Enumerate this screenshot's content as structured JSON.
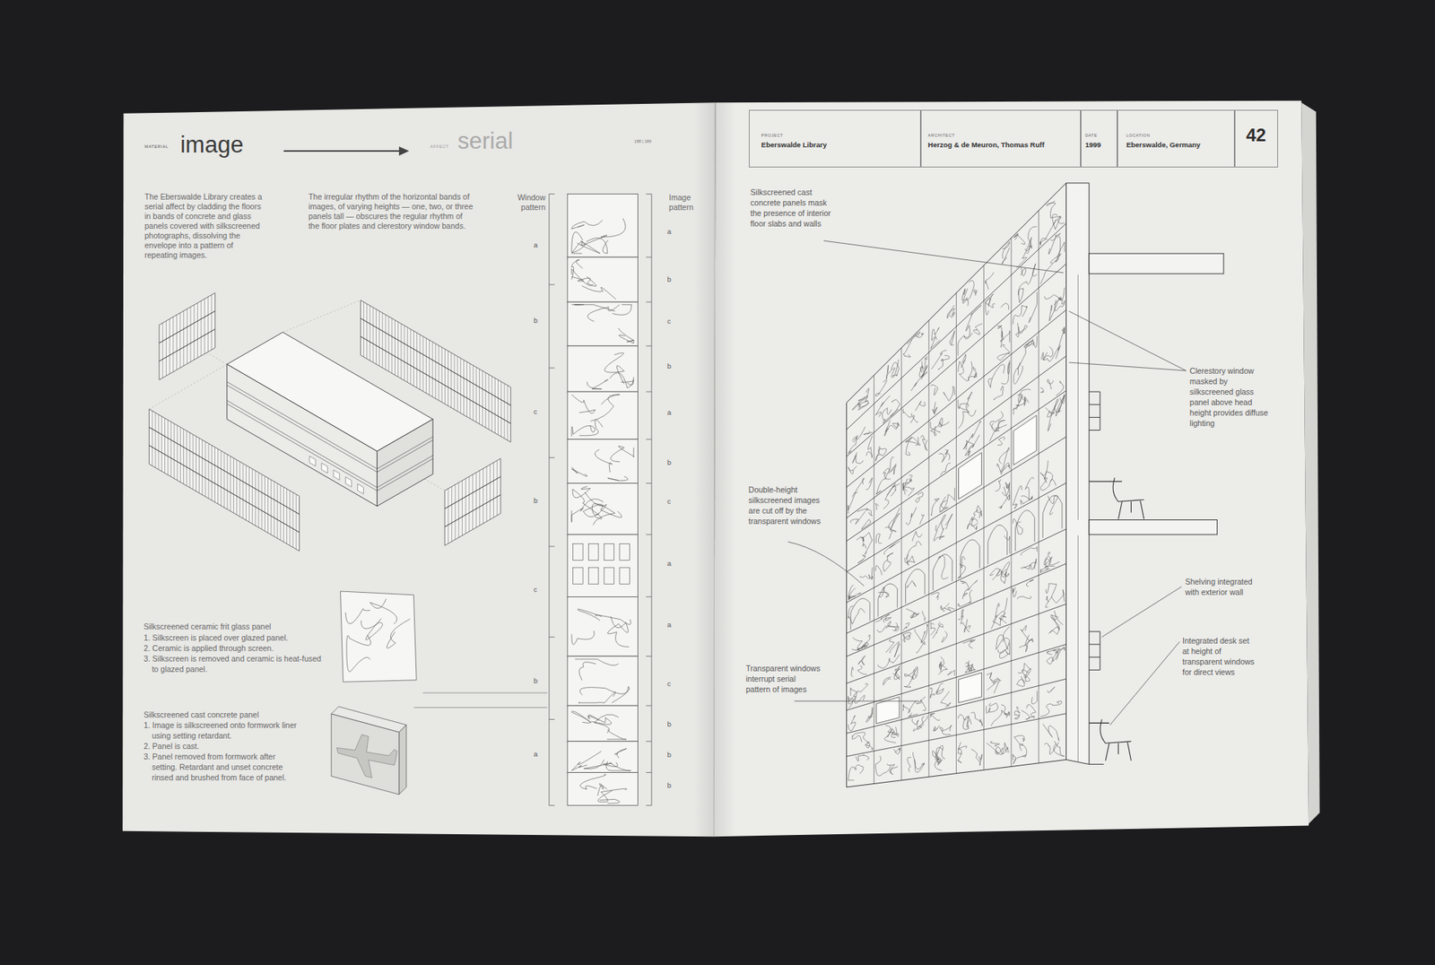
{
  "diagram": {
    "nodes": [
      {
        "text": [
          "PROJECT",
          "Eberswalde Library"
        ]
      },
      {
        "text": [
          "ARCHITECT",
          "Herzog & de Meuron, Thomas Ruff"
        ]
      },
      {
        "text": [
          "DATE",
          "1999"
        ]
      },
      {
        "text": [
          "LOCATION",
          "Eberswalde, Germany"
        ]
      },
      {
        "text": [
          "42"
        ]
      }
    ],
    "labels": [
      "MATERIAL",
      "image",
      "AFFECT",
      "serial",
      "188 | 189",
      "The Eberswalde Library creates a serial affect by cladding the floors in bands of concrete and glass panels covered with silkscreened photographs, dissolving the envelope into a pattern of repeating images.",
      "The irregular rhythm of the horizontal bands of images, of varying heights — one, two, or three panels tall — obscures the regular rhythm of the floor plates and clerestory window bands.",
      "Window pattern",
      "Image pattern",
      "a",
      "b",
      "c",
      "b",
      "c",
      "b",
      "a",
      "a",
      "b",
      "c",
      "b",
      "a",
      "b",
      "c",
      "a",
      "a",
      "c",
      "b",
      "b",
      "b",
      "Silkscreened ceramic frit glass panel",
      "1. Silkscreen is placed over glazed panel.",
      "2. Ceramic is applied through screen.",
      "3. Silkscreen is removed and ceramic is heat-fused to glazed panel.",
      "Silkscreened cast concrete panel",
      "1. Image is silkscreened onto formwork liner using setting retardant.",
      "2. Panel is cast.",
      "3. Panel removed from formwork after setting. Retardant and unset concrete rinsed and brushed from face of panel.",
      "Silkscreened cast concrete panels mask the presence of interior floor slabs and walls",
      "Clerestory window masked by silkscreened glass panel above head height provides diffuse lighting",
      "Double-height silkscreened images are cut off by the transparent windows",
      "Shelving integrated with exterior wall",
      "Integrated desk set at height of transparent windows for direct views",
      "Transparent windows interrupt serial pattern of images"
    ]
  }
}
